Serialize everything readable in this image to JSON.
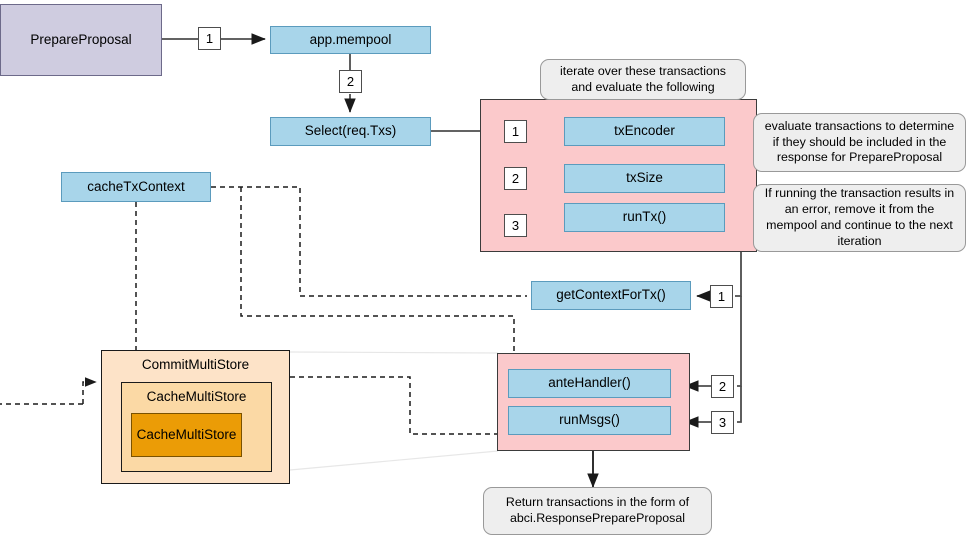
{
  "diagram": {
    "title": "PrepareProposal flow",
    "colors": {
      "lavender": "#cfcce0",
      "blue": "#a8d5ea",
      "pink": "#fbc9cb",
      "peach": "#fde3c8",
      "peach_inner": "#fbd9a5",
      "orange": "#eb9c06",
      "note": "#eeeeee"
    },
    "nodes": {
      "prepare_proposal": "PrepareProposal",
      "app_mempool": "app.mempool",
      "select_req_txs": "Select(req.Txs)",
      "tx_encoder": "txEncoder",
      "tx_size": "txSize",
      "run_tx": "runTx()",
      "cache_tx_context": "cacheTxContext",
      "get_context_for_tx": "getContextForTx()",
      "ante_handler": "anteHandler()",
      "run_msgs": "runMsgs()",
      "commit_multi_store": "CommitMultiStore",
      "cache_multi_store_outer": "CacheMultiStore",
      "cache_multi_store_inner": "CacheMultiStore"
    },
    "notes": {
      "iterate": "iterate over these transactions and evaluate the following",
      "evaluate": "evaluate transactions to determine if they should be included in the response for PrepareProposal",
      "error": "If running the transaction results in an error, remove it from the mempool and continue to the next iteration",
      "return": "Return transactions in the form of abci.ResponsePrepareProposal"
    },
    "badges": {
      "prepare_to_mempool": "1",
      "mempool_to_select": "2",
      "step_tx_encoder": "1",
      "step_tx_size": "2",
      "step_run_tx": "3",
      "step_get_context": "1",
      "step_ante_handler": "2",
      "step_run_msgs": "3"
    }
  }
}
